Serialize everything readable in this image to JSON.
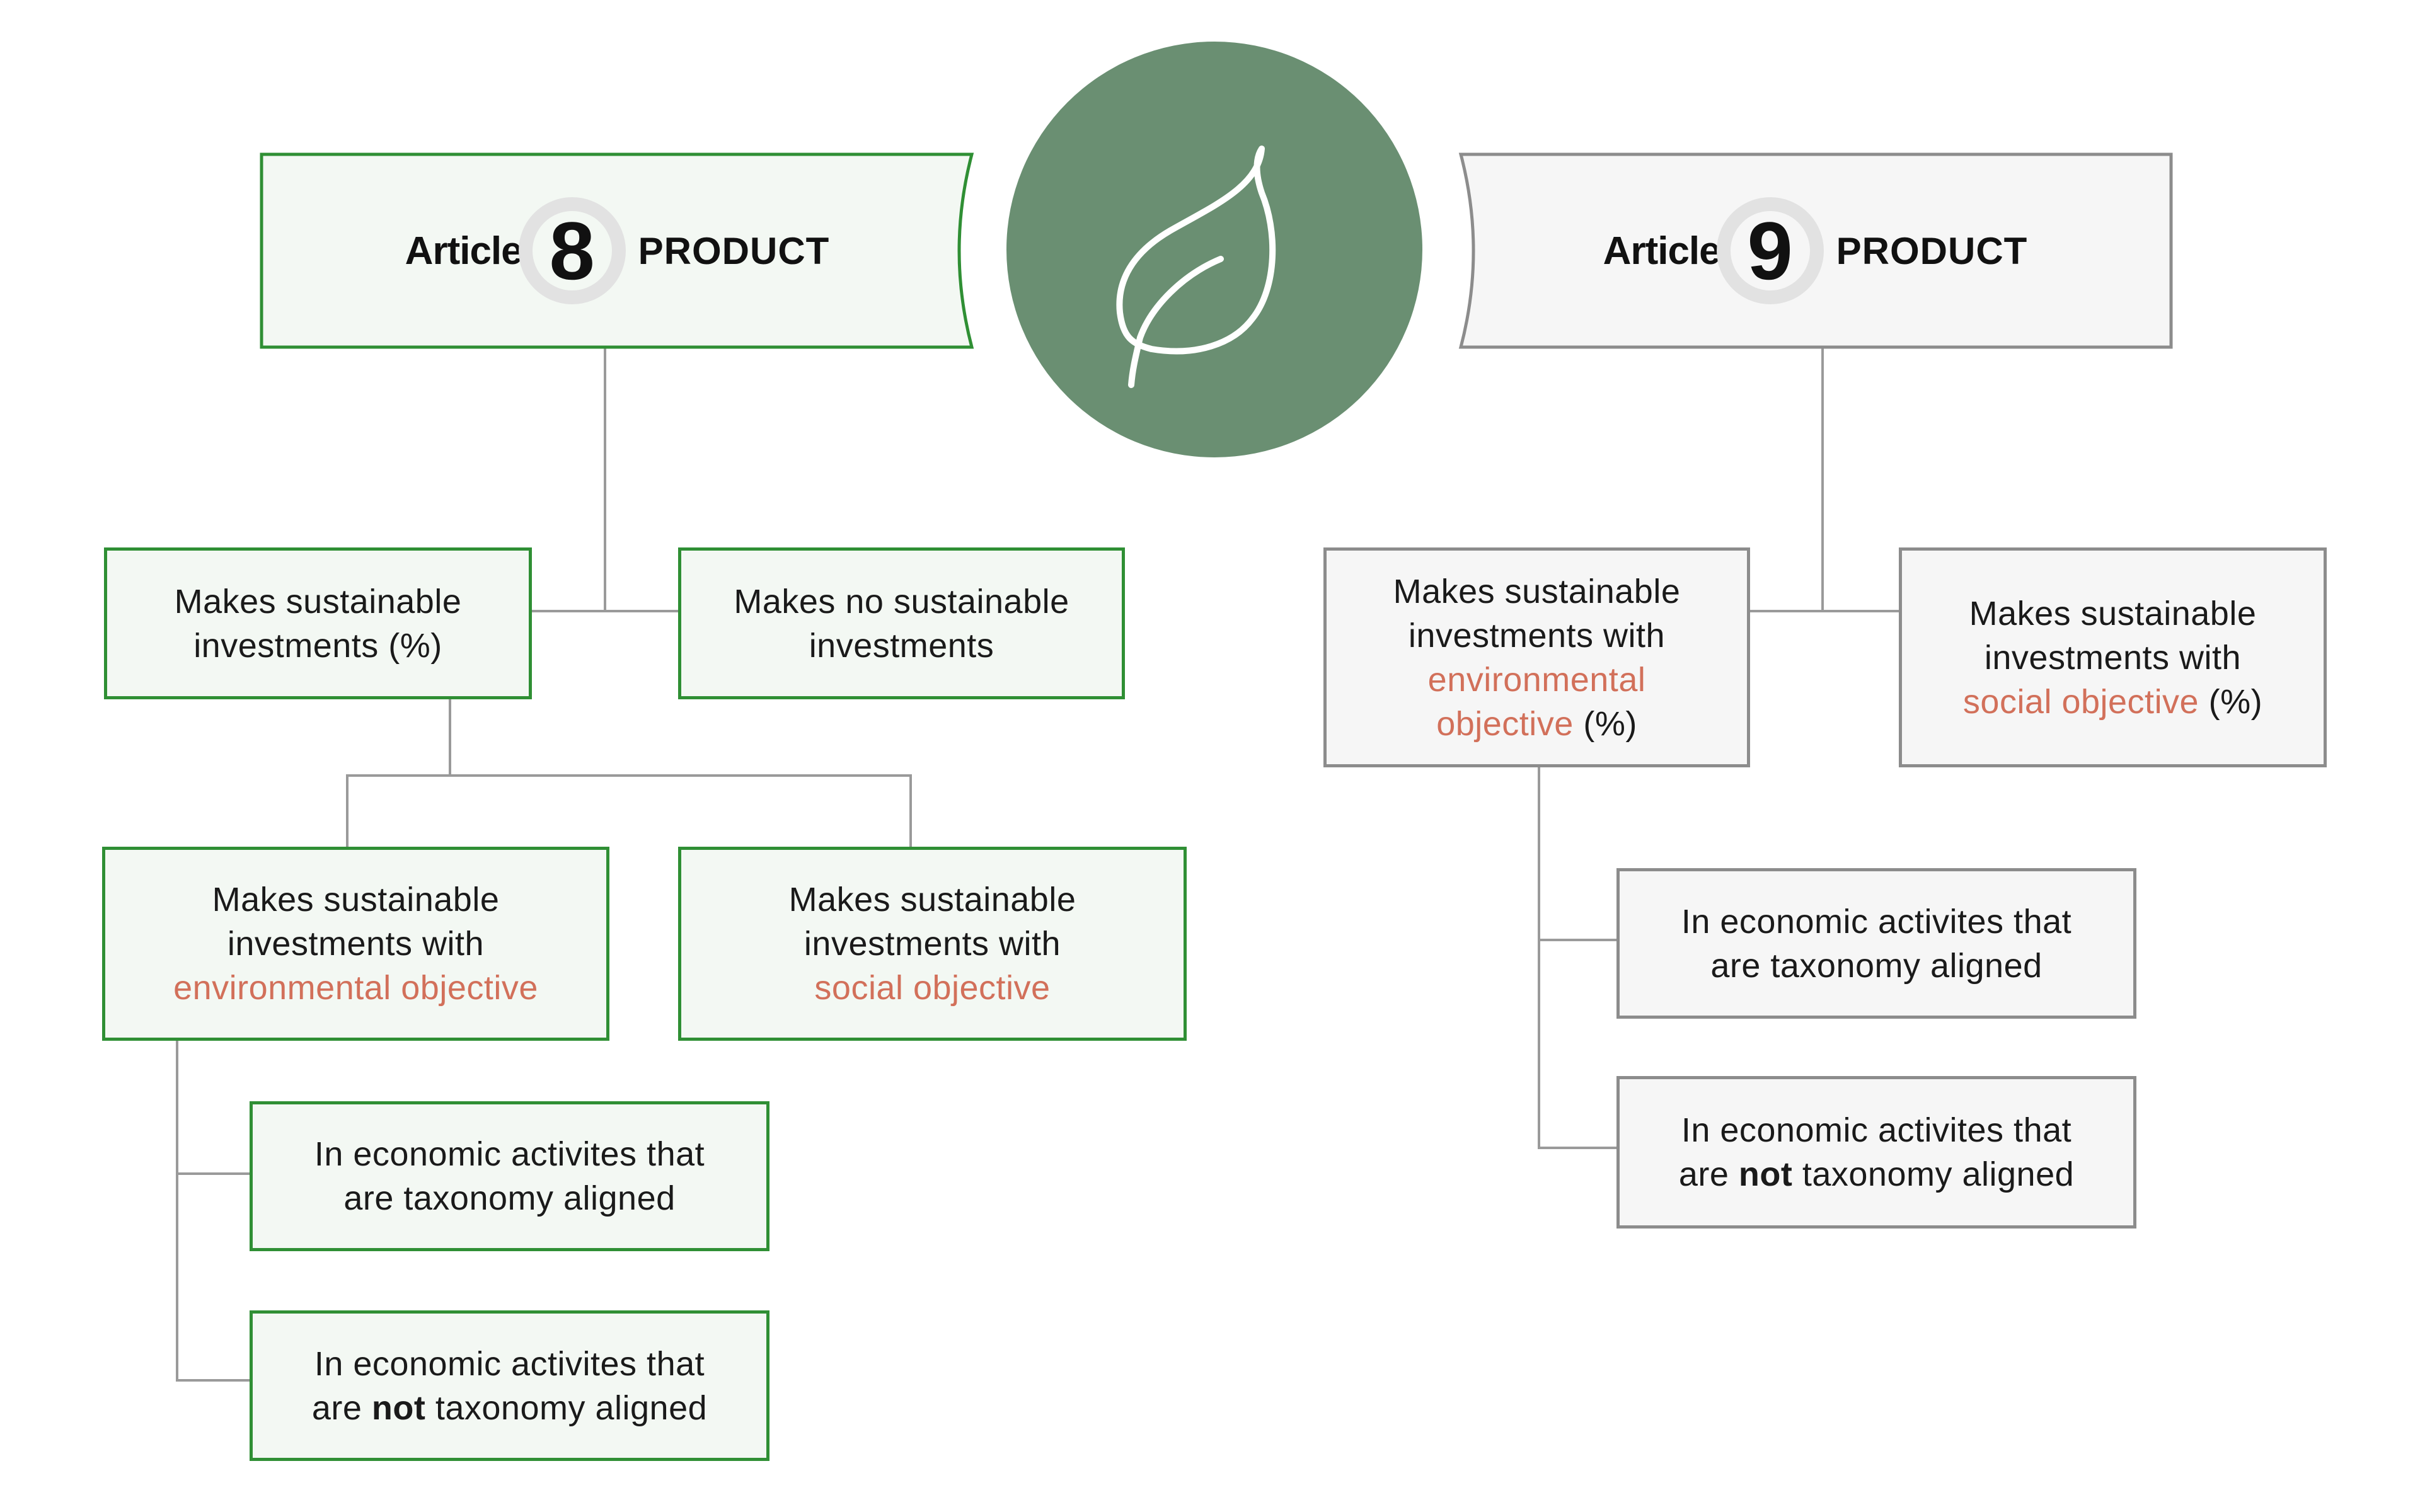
{
  "colors": {
    "article8_border": "#2f8f34",
    "article8_fill": "#f3f8f3",
    "article9_border": "#8c8c8c",
    "article9_fill": "#f6f6f6",
    "highlight": "#d2705a",
    "center_circle": "#6a8f72",
    "connector": "#9a9a9a"
  },
  "center": {
    "icon": "leaf-icon"
  },
  "article8": {
    "header": {
      "word": "Article",
      "number": "8",
      "product": "PRODUCT"
    },
    "level1": [
      {
        "line1": "Makes sustainable",
        "line2": "investments (%)"
      },
      {
        "line1": "Makes no sustainable",
        "line2": "investments"
      }
    ],
    "level2": [
      {
        "line1": "Makes sustainable",
        "line2": "investments with",
        "highlight": "environmental objective"
      },
      {
        "line1": "Makes sustainable",
        "line2": "investments with",
        "highlight": "social objective"
      }
    ],
    "level3": [
      {
        "line1": "In economic activites that",
        "line2": "are taxonomy aligned"
      },
      {
        "line1": "In economic activites that",
        "pre": "are ",
        "bold": "not",
        "post": " taxonomy aligned"
      }
    ]
  },
  "article9": {
    "header": {
      "word": "Article",
      "number": "9",
      "product": "PRODUCT"
    },
    "level1": [
      {
        "line1": "Makes sustainable",
        "line2": "investments with",
        "highlight1": "environmental",
        "highlight2": "objective",
        "suffix": " (%)"
      },
      {
        "line1": "Makes sustainable",
        "line2": "investments with",
        "highlight": "social objective",
        "suffix": " (%)"
      }
    ],
    "level2": [
      {
        "line1": "In economic activites that",
        "line2": "are taxonomy aligned"
      },
      {
        "line1": "In economic activites that",
        "pre": "are ",
        "bold": "not",
        "post": " taxonomy aligned"
      }
    ]
  }
}
